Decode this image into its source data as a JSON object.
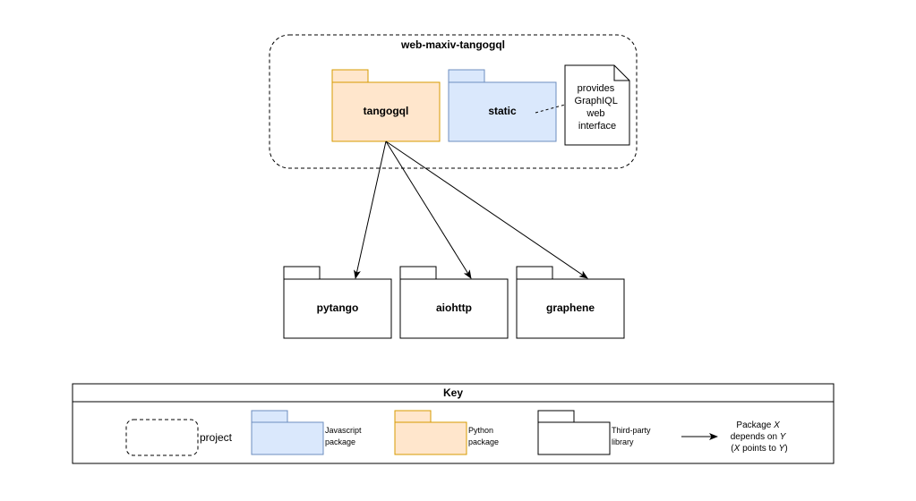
{
  "project": {
    "title": "web-maxiv-tangogql"
  },
  "packages": {
    "tangogql": "tangogql",
    "static": "static",
    "pytango": "pytango",
    "aiohttp": "aiohttp",
    "graphene": "graphene"
  },
  "note": {
    "lines": [
      "provides",
      "GraphIQL",
      "web",
      "interface"
    ]
  },
  "key": {
    "title": "Key",
    "project_label": "project",
    "javascript_label": [
      "Javascript",
      "package"
    ],
    "python_label": [
      "Python",
      "package"
    ],
    "third_party_label": [
      "Third-party",
      "library"
    ],
    "depends_line1_pre": "Package ",
    "depends_line1_var": "X",
    "depends_line2_pre": "depends on ",
    "depends_line2_var": "Y",
    "depends_line3_open": "(",
    "depends_line3_var1": "X",
    "depends_line3_mid": " points to ",
    "depends_line3_var2": "Y",
    "depends_line3_close": ")"
  },
  "colors": {
    "python_fill": "#ffe6cc",
    "python_stroke": "#d79b00",
    "javascript_fill": "#dae8fc",
    "javascript_stroke": "#6c8ebf",
    "library_fill": "#ffffff",
    "library_stroke": "#000000"
  }
}
